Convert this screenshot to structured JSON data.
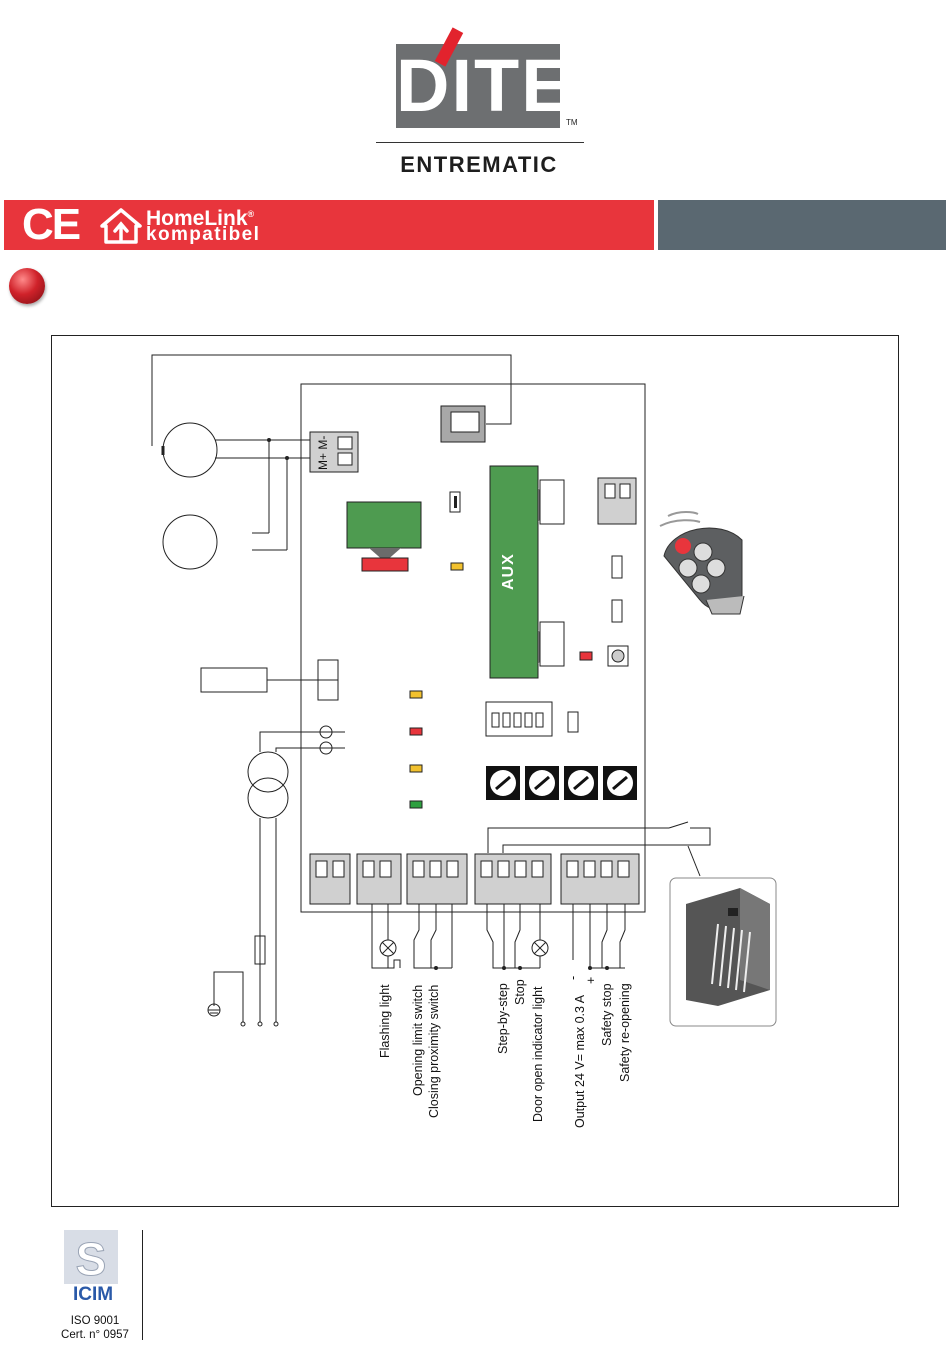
{
  "header": {
    "brand": "DITEC",
    "trademark": "TM",
    "sub_brand": "ENTREMATIC"
  },
  "banner": {
    "ce": "CE",
    "homelink": "HomeLink",
    "homelink_reg": "®",
    "homelink_sub": "kompatibel",
    "colors": {
      "red": "#e8353c",
      "grey": "#5a6871"
    }
  },
  "diagram": {
    "aux_label": "AUX",
    "terminal_m": "M+ M-",
    "labels": {
      "flashing_light": "Flashing light",
      "opening_limit": "Opening limit switch",
      "closing_proximity": "Closing proximity switch",
      "step_by_step": "Step-by-step",
      "stop": "Stop",
      "door_open": "Door open indicator light",
      "output_24v": "Output 24 V= max 0.3 A",
      "safety_stop": "Safety stop",
      "safety_reopening": "Safety re-opening",
      "minus": "-",
      "plus": "+"
    }
  },
  "footer": {
    "icim": "ICIM",
    "iso": "ISO 9001",
    "cert": "Cert. n° 0957"
  }
}
